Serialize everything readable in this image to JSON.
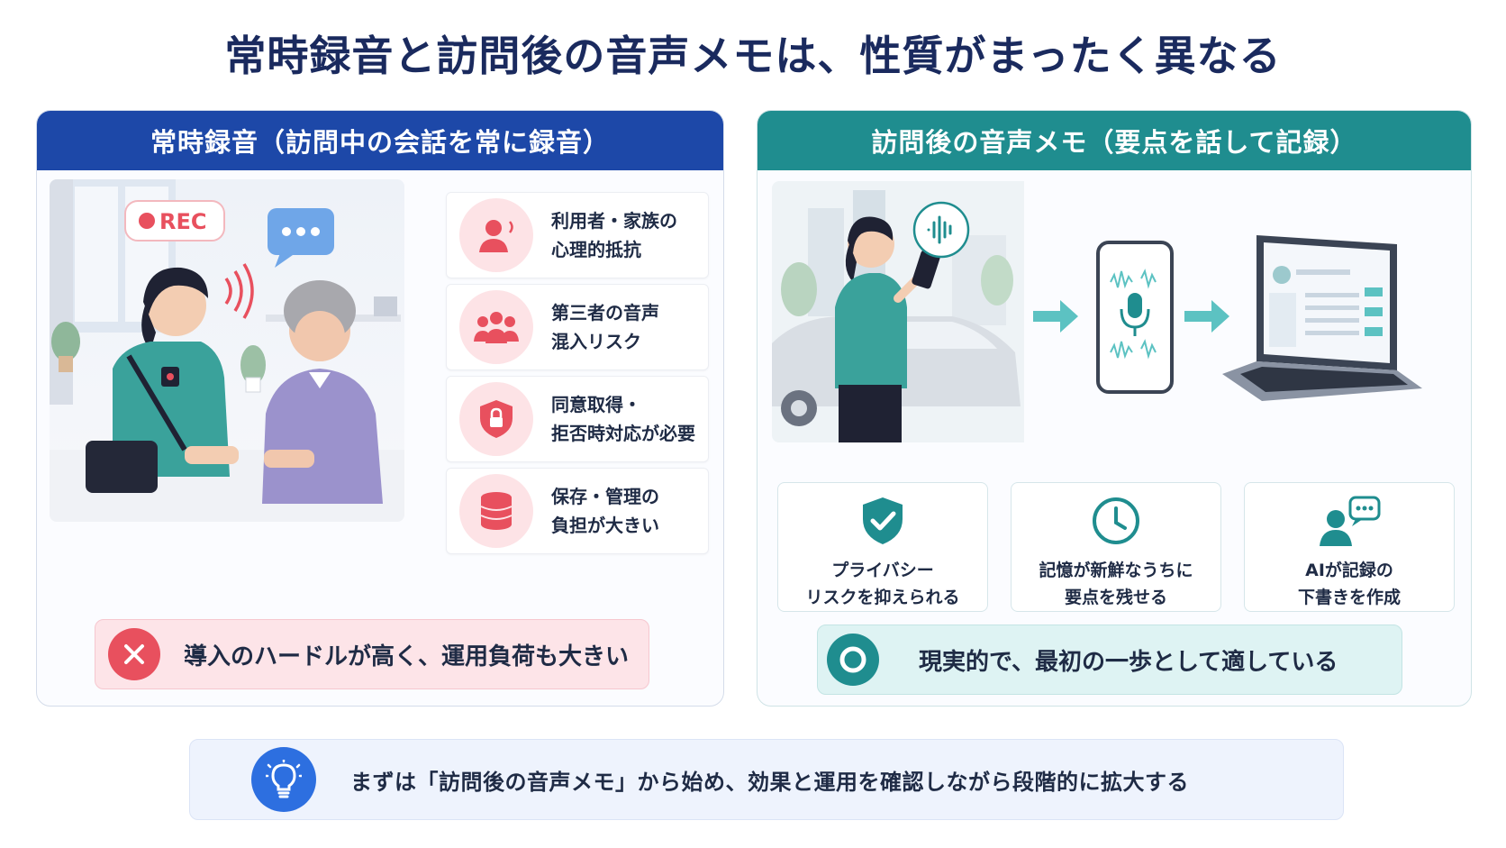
{
  "title": "常時録音と訪問後の音声メモは、性質がまったく異なる",
  "left_panel": {
    "header": "常時録音（訪問中の会話を常に録音）",
    "rec_badge": "REC",
    "risks": [
      {
        "icon": "person-alert-icon",
        "label": "利用者・家族の\n心理的抵抗"
      },
      {
        "icon": "group-icon",
        "label": "第三者の音声\n混入リスク"
      },
      {
        "icon": "shield-lock-icon",
        "label": "同意取得・\n拒否時対応が必要"
      },
      {
        "icon": "database-icon",
        "label": "保存・管理の\n負担が大きい"
      }
    ],
    "verdict": "導入のハードルが高く、運用負荷も大きい"
  },
  "right_panel": {
    "header": "訪問後の音声メモ（要点を話して記録）",
    "benefits": [
      {
        "icon": "shield-check-icon",
        "label": "プライバシー\nリスクを抑えられる"
      },
      {
        "icon": "clock-icon",
        "label": "記憶が新鮮なうちに\n要点を残せる"
      },
      {
        "icon": "person-chat-icon",
        "label": "AIが記録の\n下書きを作成"
      }
    ],
    "verdict": "現実的で、最初の一歩として適している"
  },
  "tip": {
    "icon": "lightbulb-icon",
    "text": "まずは「訪問後の音声メモ」から始め、効果と運用を確認しながら段階的に拡大する"
  },
  "colors": {
    "left_header": "#1d48a8",
    "right_header": "#1f8d8f",
    "negative": "#e8505e",
    "tip_icon": "#2d6fe0"
  }
}
